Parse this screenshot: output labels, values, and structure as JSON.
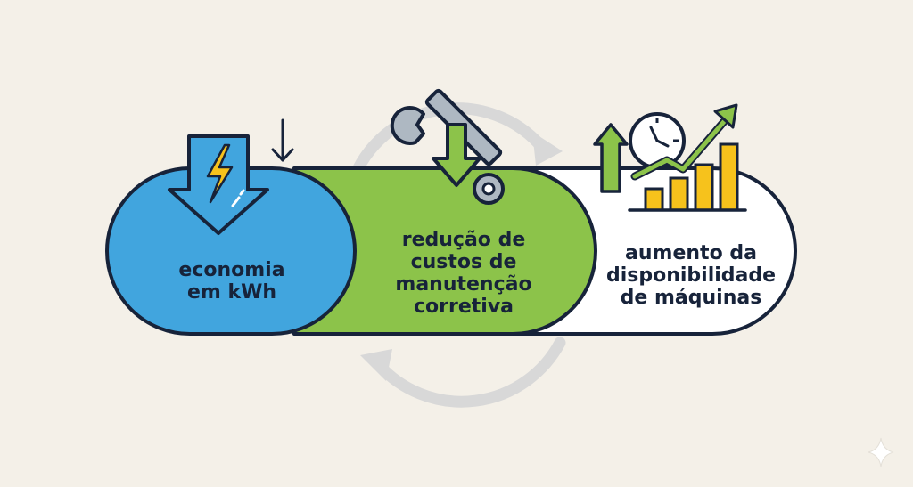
{
  "segments": [
    {
      "id": "energy",
      "lines": [
        "economia",
        "em kWh"
      ],
      "color": "#41a5de"
    },
    {
      "id": "maintenance",
      "lines": [
        "redução de",
        "custos de",
        "manutenção",
        "corretiva"
      ],
      "color": "#8cc34a"
    },
    {
      "id": "availability",
      "lines": [
        "aumento da",
        "disponibilidade",
        "de máquinas"
      ],
      "color": "#ffffff"
    }
  ],
  "icons": {
    "energy": "down-arrow-lightning-icon",
    "maintenance": "wrench-down-arrow-icon",
    "availability": "clock-rising-bar-chart-icon",
    "cycle": "circular-arrows-icon",
    "corner": "sparkle-icon"
  },
  "colors": {
    "background": "#f4f0e8",
    "outline": "#17233a",
    "accent_yellow": "#f6c21c",
    "cycle_gray": "#d8d8d8"
  }
}
